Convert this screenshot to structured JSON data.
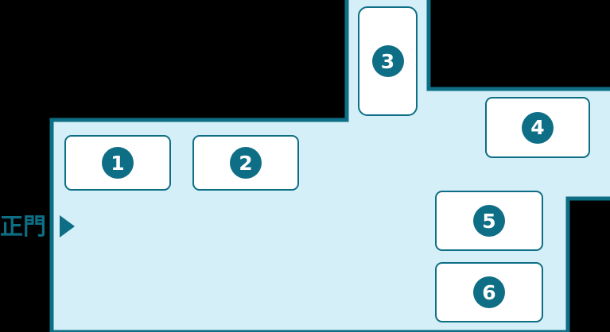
{
  "map": {
    "title": "campus-floor-map",
    "background_color": "#000000",
    "floor_fill_color": "#d4eff7",
    "floor_border_color": "#0d6e85",
    "floor_border_width": 4,
    "gate": {
      "label": "正門",
      "arrow_icon": "triangle-right-icon",
      "color": "#0d6e85"
    },
    "markers": [
      {
        "id": "1",
        "number": "1",
        "shape": "rounded-rect",
        "orientation": "landscape"
      },
      {
        "id": "2",
        "number": "2",
        "shape": "rounded-rect",
        "orientation": "landscape"
      },
      {
        "id": "3",
        "number": "3",
        "shape": "rounded-rect",
        "orientation": "portrait"
      },
      {
        "id": "4",
        "number": "4",
        "shape": "rounded-rect",
        "orientation": "landscape"
      },
      {
        "id": "5",
        "number": "5",
        "shape": "rounded-rect",
        "orientation": "landscape"
      },
      {
        "id": "6",
        "number": "6",
        "shape": "rounded-rect",
        "orientation": "landscape"
      }
    ],
    "marker_fill_color": "#ffffff",
    "marker_border_color": "#0d6e85",
    "marker_badge_color": "#0d6e85",
    "marker_badge_text_color": "#ffffff"
  }
}
